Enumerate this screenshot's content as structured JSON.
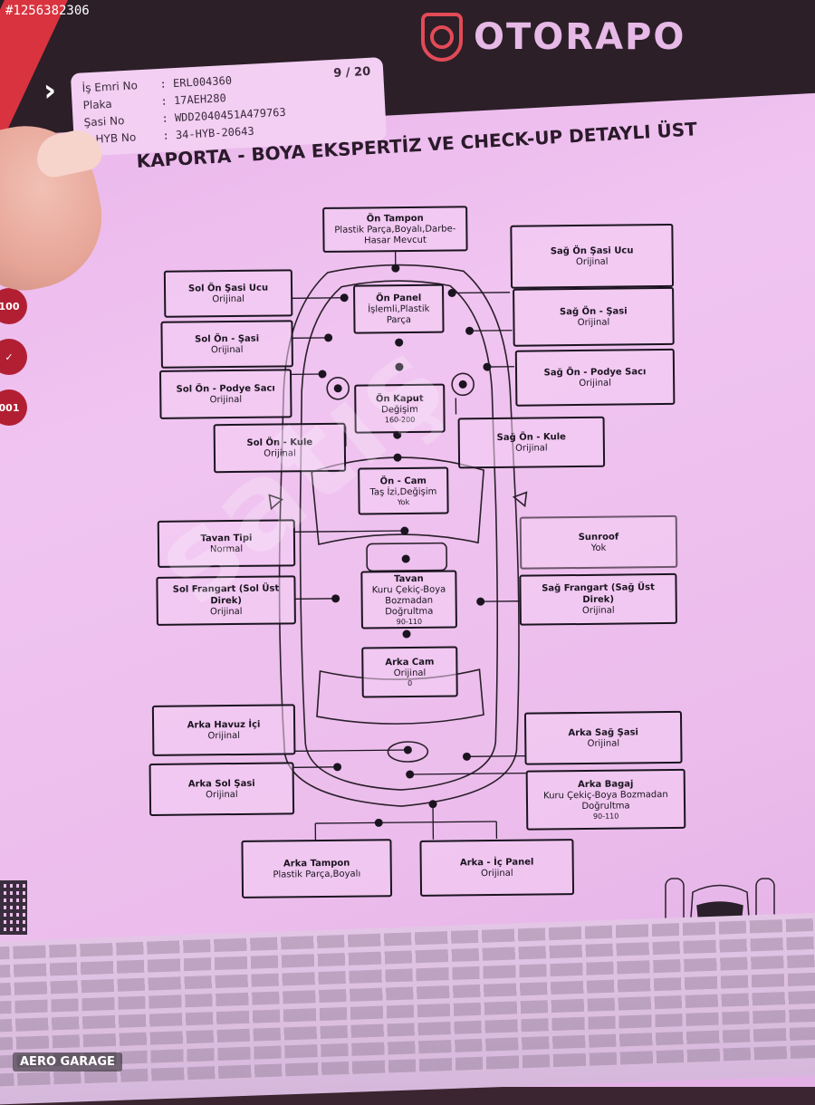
{
  "photo_id": "#1256382306",
  "brand": {
    "name": "OTORAPO"
  },
  "info": {
    "page": "9 / 20",
    "rows": [
      {
        "label": "İş Emri No",
        "value": ": ERL004360"
      },
      {
        "label": "Plaka",
        "value": ": 17AEH280"
      },
      {
        "label": "Şasi No",
        "value": ": WDD2040451A479763"
      },
      {
        "label": "E-HYB No",
        "value": ": 34-HYB-20643"
      }
    ]
  },
  "heading": "KAPORTA - BOYA EKSPERTİZ VE CHECK-UP DETAYLI ÜST",
  "parts": {
    "on_tampon": {
      "title": "Ön Tampon",
      "status": "Plastik Parça,Boyalı,Darbe-Hasar Mevcut"
    },
    "on_panel": {
      "title": "Ön Panel",
      "status": "İşlemli,Plastik Parça"
    },
    "on_kaput": {
      "title": "Ön Kaput",
      "status": "Değişim",
      "value": "160-200"
    },
    "on_cam": {
      "title": "Ön - Cam",
      "status": "Taş İzi,Değişim",
      "value": "Yok"
    },
    "tavan": {
      "title": "Tavan",
      "status": "Kuru Çekiç-Boya Bozmadan Doğrultma",
      "value": "90-110"
    },
    "arka_cam": {
      "title": "Arka Cam",
      "status": "Orijinal",
      "value": "0"
    },
    "sol_on_sasi_ucu": {
      "title": "Sol Ön Şasi Ucu",
      "status": "Orijinal"
    },
    "sol_on_sasi": {
      "title": "Sol Ön - Şasi",
      "status": "Orijinal"
    },
    "sol_on_podye": {
      "title": "Sol Ön - Podye Sacı",
      "status": "Orijinal"
    },
    "sol_on_kule": {
      "title": "Sol Ön - Kule",
      "status": "Orijinal"
    },
    "tavan_tipi": {
      "title": "Tavan Tipi",
      "status": "Normal"
    },
    "sol_frangart": {
      "title": "Sol Frangart (Sol Üst Direk)",
      "status": "Orijinal"
    },
    "arka_havuz": {
      "title": "Arka Havuz İçi",
      "status": "Orijinal"
    },
    "arka_sol_sasi": {
      "title": "Arka Sol Şasi",
      "status": "Orijinal"
    },
    "sag_on_sasi_ucu": {
      "title": "Sağ Ön Şasi Ucu",
      "status": "Orijinal"
    },
    "sag_on_sasi": {
      "title": "Sağ Ön - Şasi",
      "status": "Orijinal"
    },
    "sag_on_podye": {
      "title": "Sağ Ön - Podye Sacı",
      "status": "Orijinal"
    },
    "sag_on_kule": {
      "title": "Sağ Ön - Kule",
      "status": "Orijinal"
    },
    "sunroof": {
      "title": "Sunroof",
      "status": "Yok"
    },
    "sag_frangart": {
      "title": "Sağ Frangart (Sağ Üst Direk)",
      "status": "Orijinal"
    },
    "arka_sag_sasi": {
      "title": "Arka Sağ Şasi",
      "status": "Orijinal"
    },
    "arka_bagaj": {
      "title": "Arka Bagaj",
      "status": "Kuru Çekiç-Boya Bozmadan Doğrultma",
      "value": "90-110"
    },
    "arka_tampon": {
      "title": "Arka Tampon",
      "status": "Plastik Parça,Boyalı"
    },
    "arka_ic_panel": {
      "title": "Arka - İç Panel",
      "status": "Orijinal"
    }
  },
  "badges": [
    "100",
    "✓",
    "001"
  ],
  "watermark": "satış",
  "footer_logo": "AERO GARAGE"
}
